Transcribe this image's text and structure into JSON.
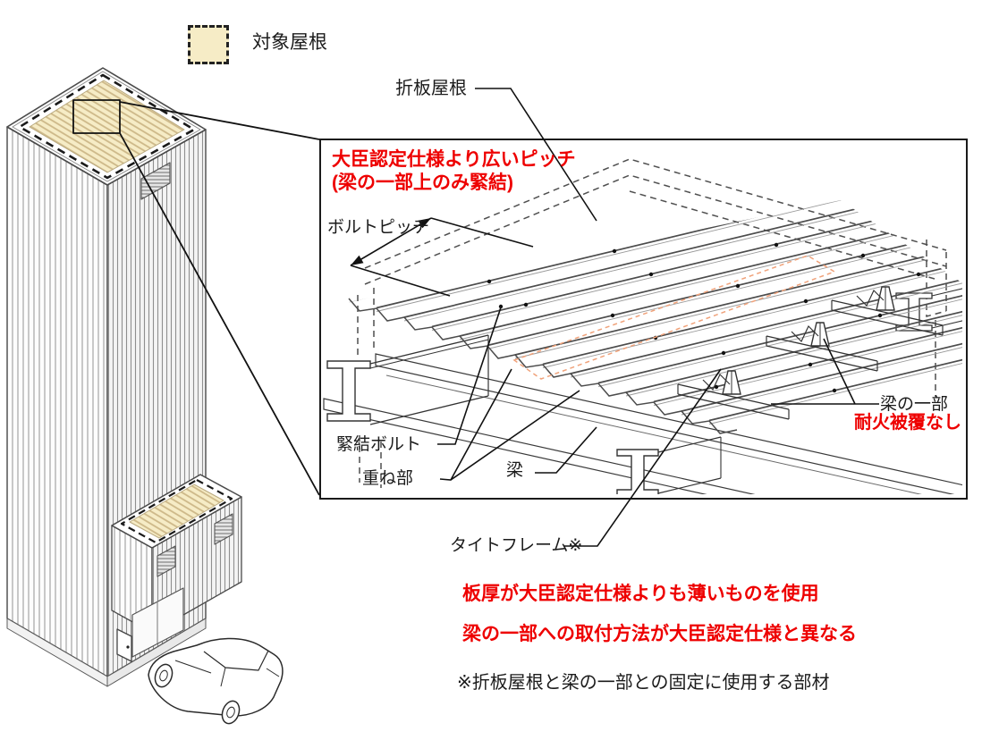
{
  "legend": {
    "label": "対象屋根"
  },
  "detail_labels": {
    "roof": "折板屋根",
    "red_pitch_line1": "大臣認定仕様より広いピッチ",
    "red_pitch_line2": "(梁の一部上のみ緊結)",
    "bolt_pitch": "ボルトピッチ",
    "fastening_bolt": "緊結ボルト",
    "overlap": "重ね部",
    "beam": "梁",
    "beam_part": "梁の一部",
    "no_fireproofing": "耐火被覆なし",
    "tight_frame": "タイトフレーム※"
  },
  "notes": {
    "red_note_1": "板厚が大臣認定仕様よりも薄いものを使用",
    "red_note_2": "梁の一部への取付方法が大臣認定仕様と異なる",
    "footnote": "※折板屋根と梁の一部との固定に使用する部材"
  },
  "colors": {
    "accent_red": "#ee0000",
    "roof_beige": "#f6ecc6",
    "highlight_orange": "#f0a27a",
    "line_black": "#1a1a1a"
  }
}
